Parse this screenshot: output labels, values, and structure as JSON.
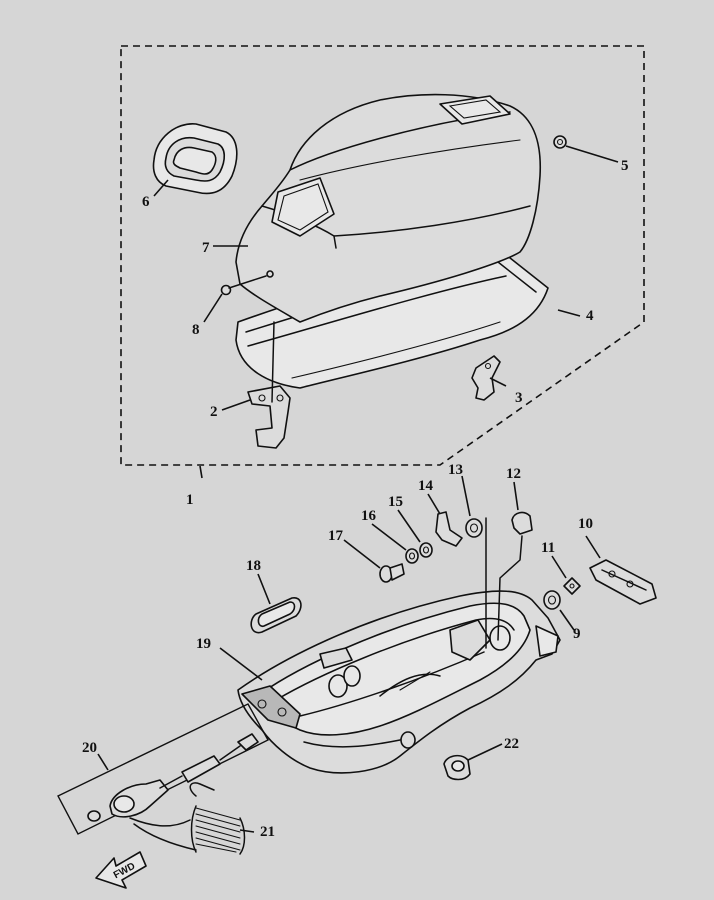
{
  "callouts": [
    "1",
    "2",
    "3",
    "4",
    "5",
    "6",
    "7",
    "8",
    "9",
    "10",
    "11",
    "12",
    "13",
    "14",
    "15",
    "16",
    "17",
    "18",
    "19",
    "20",
    "21",
    "22"
  ],
  "direction_arrow": {
    "text": "FWD"
  }
}
